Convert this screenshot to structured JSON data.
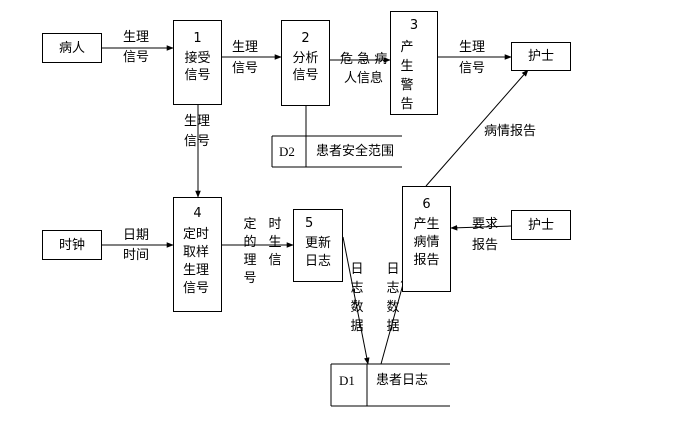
{
  "entities": {
    "patient": "病人",
    "clock": "时钟",
    "nurse_top": "护士",
    "nurse_mid": "护士"
  },
  "processes": {
    "p1": {
      "num": "1",
      "line1": "接受",
      "line2": "信号"
    },
    "p2": {
      "num": "2",
      "line1": "分析",
      "line2": "信号"
    },
    "p3": {
      "num": "3",
      "text": "产生警告"
    },
    "p4": {
      "num": "4",
      "text": "定时取样生理信号"
    },
    "p5": {
      "num": "5",
      "line1": "更新",
      "line2": "日志"
    },
    "p6": {
      "num": "6",
      "line1": "产生",
      "line2": "病情",
      "line3": "报告"
    }
  },
  "stores": {
    "d2": {
      "id": "D2",
      "name": "患者安全范围"
    },
    "d1": {
      "id": "D1",
      "name": "患者日志"
    }
  },
  "flows": {
    "patient_p1": {
      "line1": "生理",
      "line2": "信号"
    },
    "p1_p2": {
      "line1": "生理",
      "line2": "信号"
    },
    "p2_p3": {
      "line1": "危 急 病",
      "line2": "人信息"
    },
    "p3_nurse": {
      "line1": "生理",
      "line2": "信号"
    },
    "p1_p4": {
      "line1": "生理",
      "line2": "信号"
    },
    "clock_p4": {
      "line1": "日期",
      "line2": "时间"
    },
    "p4_p5_a": "定的理号",
    "p4_p5_b": "时生信",
    "p5_d1": "日志数据",
    "d1_p6": "日志数据",
    "p6_nurse": "病情报告",
    "nurse_p6": {
      "line1": "要求",
      "line2": "报告"
    }
  }
}
